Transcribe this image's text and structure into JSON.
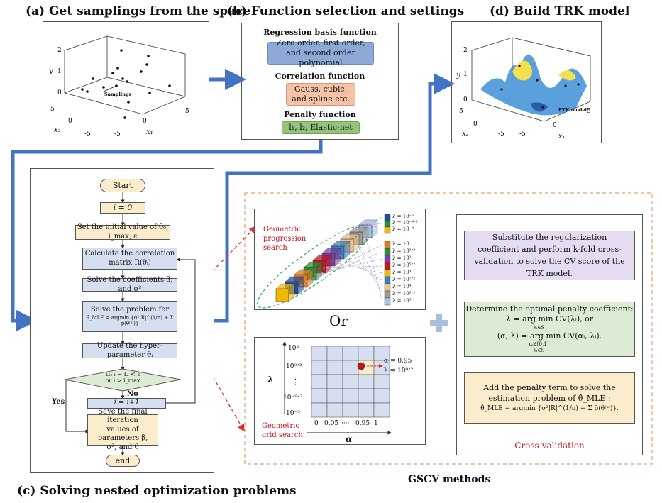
{
  "titles": {
    "a": "(a) Get samplings from the space",
    "b": "(b) Function selection and settings",
    "c": "(c) Solving nested optimization problems",
    "d": "(d) Build TRK model",
    "gscv": "GSCV methods",
    "cv": "Cross-validation"
  },
  "panel_a": {
    "axis_y": "y",
    "axis_x1": "x₁",
    "axis_x2": "x₂",
    "sampling_label": "Samplings",
    "y_ticks": [
      "2",
      "1",
      "0"
    ],
    "x2_ticks": [
      "5",
      "0",
      "-5"
    ],
    "x1_ticks": [
      "5",
      "0",
      "-5"
    ]
  },
  "panel_b": {
    "regression_heading": "Regression basis function",
    "regression_box": "Zero order, first order, and second order polynomial",
    "correlation_heading": "Correlation function",
    "correlation_box": "Gauss, cubic, and spline etc.",
    "penalty_heading": "Penalty function",
    "penalty_box": "l₁, l₂, Elastic-net"
  },
  "panel_d": {
    "axis_y": "y",
    "axis_x1": "x₁",
    "axis_x2": "x₂",
    "model_label": "PTK model",
    "y_ticks": [
      "2",
      "1",
      "0"
    ],
    "x2_ticks": [
      "5",
      "0",
      "-5"
    ],
    "x1_ticks": [
      "5",
      "0",
      "-5"
    ]
  },
  "flowchart": {
    "start": "Start",
    "init_i": "i = 0",
    "set_initial": "Set the initial value of θ₀, i_max, ε",
    "calc_corr_1": "Calculate the correlation",
    "calc_corr_2": "matrix R(θᵢ)",
    "solve_coef": "Solve the coefficients β, and σ²",
    "solve_problem_1": "Solve the problem for",
    "solve_problem_2": "θ̂_MLE = argmin {σ²|R|^(1/n) + Σ p̃(θ⁽ᵏ⁾)}",
    "update": "Update the hyper-parameter θᵢ",
    "decision_1": "Lᵢ₊₁ − Lᵢ < ε",
    "decision_2": "or i > i_max",
    "increment": "i = i+1",
    "no": "No",
    "yes": "Yes",
    "save_1": "Save the final iteration",
    "save_2": "values of parameters β,",
    "save_3": "σ², and θ",
    "end": "end"
  },
  "geometric": {
    "label_1": "Geometric",
    "label_2": "progression",
    "label_3": "search",
    "lambdas_top": [
      "λ = 10⁻⁵",
      "λ = 10⁻⁹ᐟ²",
      "λ = 10⁻⁴"
    ],
    "lambdas_bottom": [
      "λ = 10",
      "λ = 10³ᐟ²",
      "λ = 10²",
      "λ = 10⁵ᐟ²",
      "λ = 10³",
      "λ = 10⁷ᐟ²",
      "λ = 10⁴",
      "λ = 10⁹ᐟ²",
      "λ = 10⁵"
    ],
    "ellipsis": "....",
    "colors": [
      "#f2b705",
      "#1f4e9c",
      "#e07a1f",
      "#2e8b3a",
      "#c0171e",
      "#7b3fa0",
      "#3a7fc1",
      "#e8c48a",
      "#9b9b9b",
      "#a8c4e6"
    ]
  },
  "or_text": "Or",
  "grid": {
    "label_1": "Geometric",
    "label_2": "grid search",
    "lambda_axis": "λ",
    "alpha_axis": "α",
    "y_ticks": [
      "10⁵",
      "10⁹ᐟ²",
      "⋮",
      "10⁻⁹ᐟ²",
      "10⁻⁵"
    ],
    "x_ticks": [
      "0",
      "0.05",
      "····",
      "0.95",
      "1"
    ],
    "annot_alpha": "α = 0.95",
    "annot_lambda": "λ = 10⁹ᐟ²"
  },
  "cv_panel": {
    "box1": "Substitute the regularization coefficient and perform k-fold cross-validation to solve the CV score of the TRK model.",
    "box2_line1": "Determine the optimal penalty coefficient:",
    "box2_line2": "λ = arg min CV(λᵢ), or",
    "box2_sub2": "λᵢ∈S",
    "box2_line3": "(α, λ) = arg min CV(αᵢ, λᵢ).",
    "box2_sub3a": "αᵢ∈[0,1]",
    "box2_sub3b": "λᵢ∈S",
    "box3_line1": "Add the penalty term to solve the",
    "box3_line2": "estimation problem of θ̂_MLE :",
    "box3_line3": "θ̂_MLE = argmin {σ²|R|^(1/n) + Σ p̃(θ⁽ᵏ⁾)}."
  },
  "colors": {
    "arrow_blue": "#4472c4",
    "dashed_red": "#e03030",
    "gscv_border": "#e8a070",
    "cv_text": "#c0171e",
    "green_dash": "#2fae49"
  }
}
